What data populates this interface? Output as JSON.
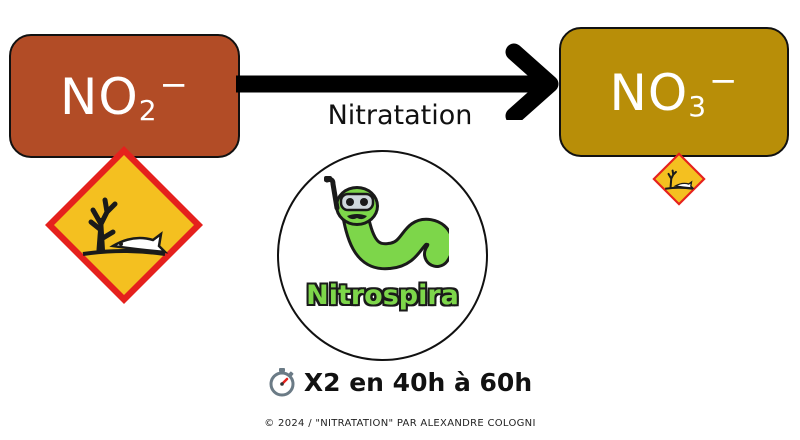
{
  "colors": {
    "nitrite_box": "#b24c26",
    "nitrate_box": "#b88e08",
    "arrow": "#000000",
    "hazard_fill": "#f4c020",
    "hazard_border": "#e5211d",
    "worm": "#7dd64a"
  },
  "reactant": {
    "formula_main": "NO",
    "formula_sub": "2",
    "formula_charge": "−"
  },
  "product": {
    "formula_main": "NO",
    "formula_sub": "3",
    "formula_charge": "−"
  },
  "process": {
    "label": "Nitratation"
  },
  "organism": {
    "name": "Nitrospira",
    "icon": "worm-with-snorkel-icon"
  },
  "hazards": {
    "reactant_icon": "environmental-hazard-icon",
    "product_icon": "environmental-hazard-icon"
  },
  "rate": {
    "icon": "stopwatch-icon",
    "text": "X2 en 40h à 60h"
  },
  "credit": "© 2024 / \"NITRATATION\" PAR ALEXANDRE COLOGNI"
}
